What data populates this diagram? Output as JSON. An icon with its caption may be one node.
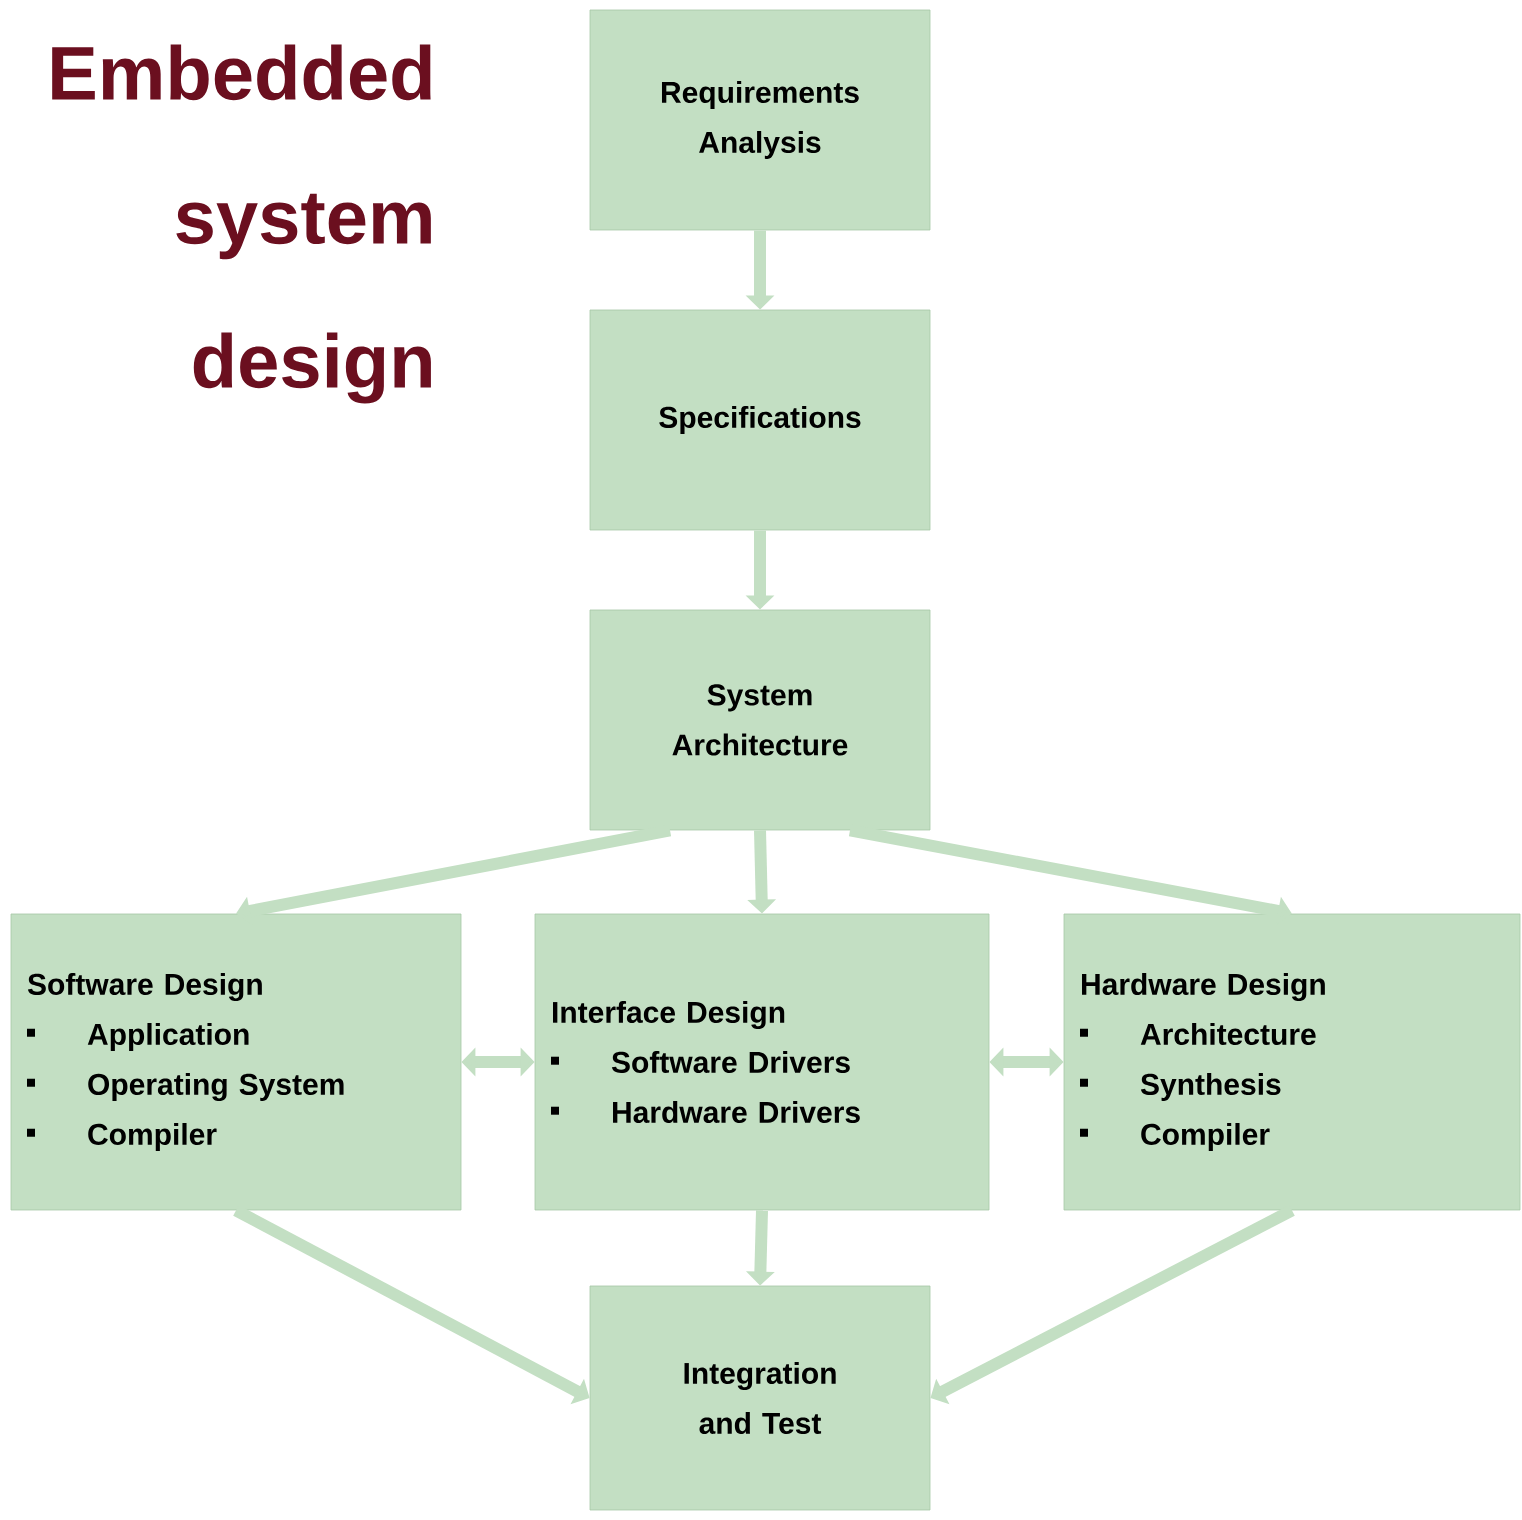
{
  "diagram": {
    "title": "Embedded system design",
    "nodes": [
      {
        "text": [
          "Requirements Analysis"
        ]
      },
      {
        "text": [
          "Specifications"
        ]
      },
      {
        "text": [
          "System Architecture"
        ]
      },
      {
        "text": [
          "Software Design",
          "Application",
          "Operating System",
          "Compiler"
        ]
      },
      {
        "text": [
          "Interface Design",
          "Software Drivers",
          "Hardware Drivers"
        ]
      },
      {
        "text": [
          "Hardware Design",
          "Architecture",
          "Synthesis",
          "Compiler"
        ]
      },
      {
        "text": [
          "Integration and Test"
        ]
      }
    ],
    "edges": [
      {
        "from": 0,
        "to": 1,
        "arrow": "to"
      },
      {
        "from": 1,
        "to": 2,
        "arrow": "to"
      },
      {
        "from": 2,
        "to": 3,
        "arrow": "to"
      },
      {
        "from": 2,
        "to": 4,
        "arrow": "to"
      },
      {
        "from": 2,
        "to": 5,
        "arrow": "to"
      },
      {
        "from": 3,
        "to": 4,
        "arrow": "both"
      },
      {
        "from": 4,
        "to": 5,
        "arrow": "both"
      },
      {
        "from": 3,
        "to": 6,
        "arrow": "to"
      },
      {
        "from": 4,
        "to": 6,
        "arrow": "to"
      },
      {
        "from": 5,
        "to": 6,
        "arrow": "to"
      }
    ]
  }
}
